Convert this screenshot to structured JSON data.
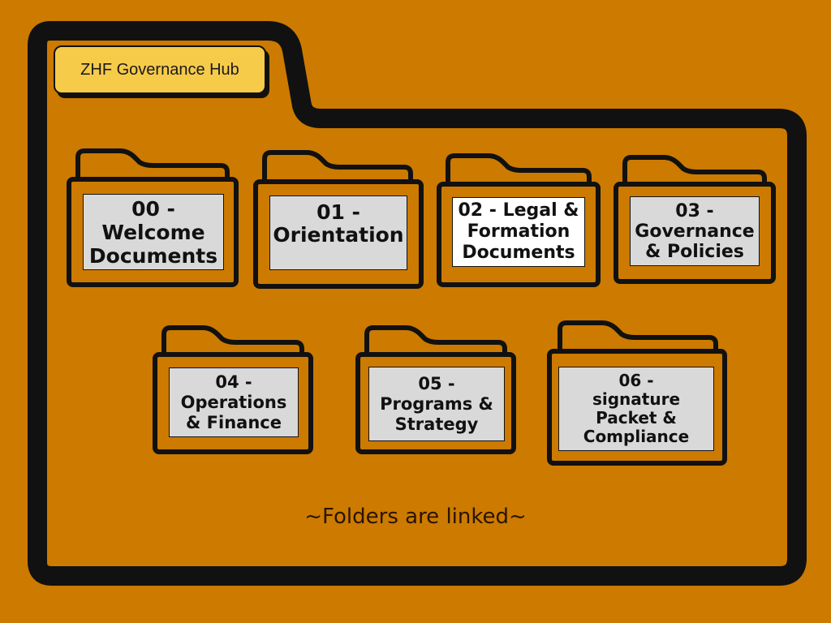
{
  "hub_title": "ZHF Governance Hub",
  "colors": {
    "background": "#CC7A00",
    "outline": "#111111",
    "hub_tab": "#F6CB4A",
    "paper": "#D9D9D9",
    "paper_highlight": "#FFFFFF"
  },
  "folders": [
    {
      "label": "00 -\nWelcome\nDocuments",
      "icon": "folder-icon"
    },
    {
      "label": "01 -\nOrientation",
      "icon": "folder-icon"
    },
    {
      "label": "02 - Legal &\nFormation\nDocuments",
      "icon": "folder-icon"
    },
    {
      "label": "03 -\nGovernance\n& Policies",
      "icon": "folder-icon"
    },
    {
      "label": "04 -\nOperations\n& Finance",
      "icon": "folder-icon"
    },
    {
      "label": "05 -\nPrograms &\nStrategy",
      "icon": "folder-icon"
    },
    {
      "label": "06 -\nsignature\nPacket &\nCompliance",
      "icon": "folder-icon"
    }
  ],
  "footer_note": "~Folders are linked~"
}
